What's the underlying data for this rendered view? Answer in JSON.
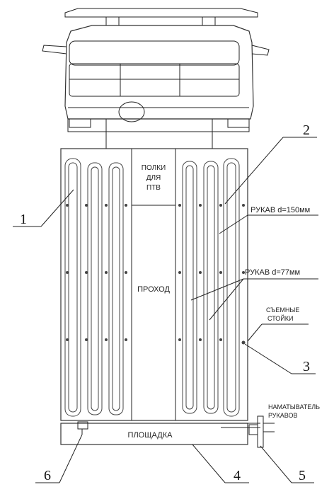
{
  "labels": {
    "shelf_line1": "ПОЛКИ",
    "shelf_line2": "ДЛЯ",
    "shelf_line3": "ПТВ",
    "passage": "ПРОХОД",
    "hose_150": "РУКАВ d=150мм",
    "hose_77": "РУКАВ d=77мм",
    "racks_line1": "СЪЕМНЫЕ",
    "racks_line2": "СТОЙКИ",
    "winder_line1": "НАМАТЫВАТЕЛЬ",
    "winder_line2": "РУКАВОВ",
    "platform": "ПЛОЩАДКА"
  },
  "callouts": [
    "1",
    "2",
    "3",
    "4",
    "5",
    "6"
  ],
  "colors": {
    "line": "#222222",
    "background": "#ffffff"
  }
}
